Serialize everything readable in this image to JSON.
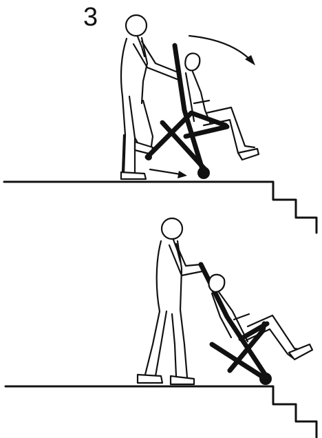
{
  "step": {
    "number": "3"
  },
  "colors": {
    "ink": "#111111",
    "background": "#ffffff"
  },
  "panels": [
    {
      "name": "top-panel",
      "description_icon": "tilt-back-arrow-icon"
    },
    {
      "name": "bottom-panel",
      "description_icon": "approach-stairs-icon"
    }
  ]
}
